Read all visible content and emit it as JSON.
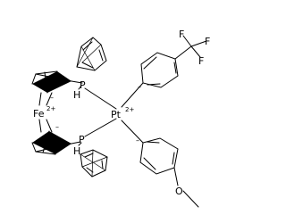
{
  "molecule": {
    "atoms": {
      "fe": "Fe",
      "fe_charge": "2+",
      "pt": "Pt",
      "pt_charge": "2+",
      "p_top": "P",
      "p_bottom": "P",
      "h_top": "H",
      "h_bottom": "H",
      "f1": "F",
      "f2": "F",
      "f3": "F",
      "o": "O"
    },
    "charges": {
      "cp_top": "–",
      "cp_bottom": "–",
      "aryl_top": "–",
      "aryl_bottom": "–"
    }
  }
}
